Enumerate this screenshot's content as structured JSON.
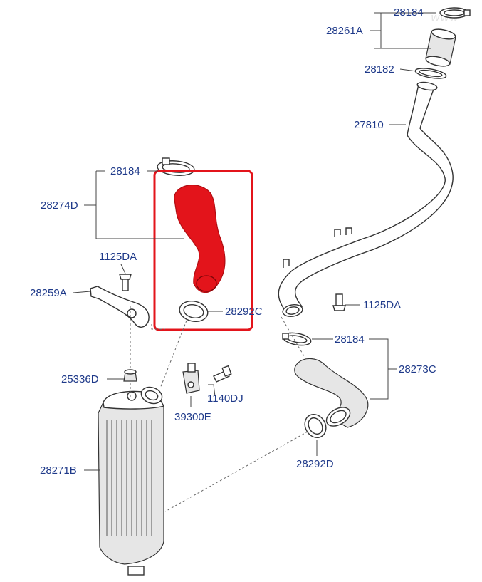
{
  "labels": {
    "p28184_top": "28184",
    "p28261a": "28261A",
    "p28182": "28182",
    "p27810": "27810",
    "p28184_left": "28184",
    "p28274d": "28274D",
    "p1125da_left": "1125DA",
    "p28259a": "28259A",
    "p28292c": "28292C",
    "p1125da_right": "1125DA",
    "p28184_mid": "28184",
    "p28273c": "28273C",
    "p25336d": "25336D",
    "p1140dj": "1140DJ",
    "p39300e": "39300E",
    "p28271b": "28271B",
    "p28292d": "28292D"
  },
  "highlight": {
    "color": "#e3141b",
    "part": "28274D"
  },
  "icons": {
    "hose_highlighted": "red-hose-icon",
    "intercooler": "intercooler-icon",
    "pipe": "intake-pipe-icon",
    "clamp": "hose-clamp-icon",
    "bolt": "bolt-icon",
    "sensor": "sensor-icon"
  }
}
